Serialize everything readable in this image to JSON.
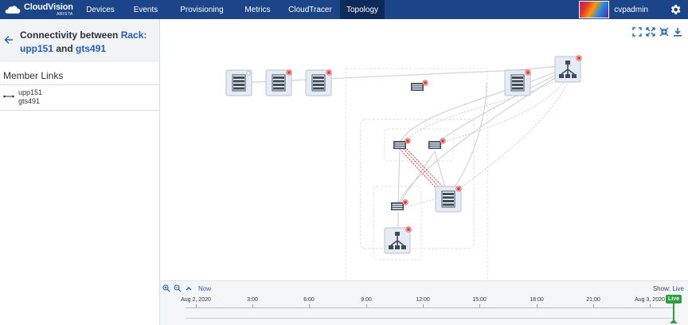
{
  "brand": {
    "name": "CloudVision",
    "sub": "ARISTA"
  },
  "nav": {
    "items": [
      "Devices",
      "Events",
      "Provisioning",
      "Metrics",
      "CloudTracer",
      "Topology"
    ],
    "active": "Topology"
  },
  "user": {
    "name": "cvpadmin"
  },
  "panel": {
    "title_prefix": "Connectivity between",
    "rack_label": "Rack:",
    "device_a": "upp151",
    "conj": "and",
    "device_b": "gts491",
    "member_links_title": "Member Links",
    "member_links": [
      {
        "a": "upp151",
        "b": "gts491"
      }
    ]
  },
  "timeline": {
    "now_label": "Now",
    "show_label": "Show:",
    "show_value": "Live",
    "live_badge": "Live",
    "ticks": [
      "Aug 2, 2020",
      "3:00",
      "6:00",
      "9:00",
      "12:00",
      "15:00",
      "18:00",
      "21:00",
      "Aug 3, 2020"
    ]
  },
  "colors": {
    "nav_bg": "#1c4489",
    "nav_active": "#0e2a5a",
    "accent": "#1f5fbf",
    "live": "#2e9e3e",
    "alert": "#e53935"
  },
  "icons": [
    "cloud-logo-icon",
    "gear-icon",
    "back-arrow-icon",
    "link-icon",
    "fit-screen-icon",
    "expand-icon",
    "collapse-icon",
    "download-icon",
    "zoom-in-icon",
    "zoom-out-icon",
    "chevron-up-icon",
    "server-icon",
    "switch-icon",
    "router-icon"
  ]
}
